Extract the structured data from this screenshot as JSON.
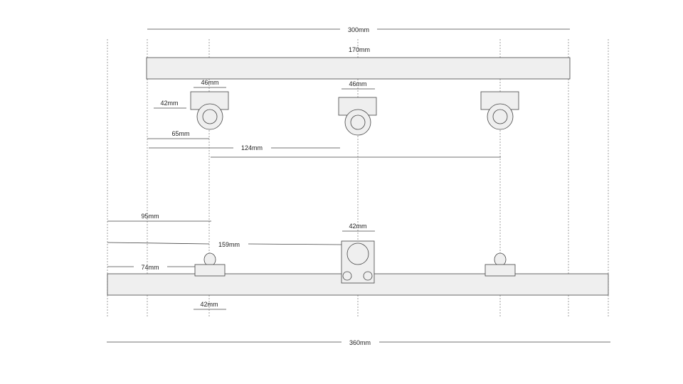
{
  "dimensions": {
    "overall_top": "300mm",
    "top_rail": "170mm",
    "wheel_width_left": "46mm",
    "wheel_width_center": "46mm",
    "wheel_height_left": "42mm",
    "left_offset": "65mm",
    "center_spacing": "124mm",
    "bottom_offset_95": "95mm",
    "bottom_offset_159": "159mm",
    "bottom_offset_74": "74mm",
    "center_block_width": "42mm",
    "bottom_wheel_width": "42mm",
    "overall_bottom": "360mm"
  },
  "colors": {
    "part_fill": "#efefef",
    "outline": "#444444",
    "guide": "#888888"
  }
}
